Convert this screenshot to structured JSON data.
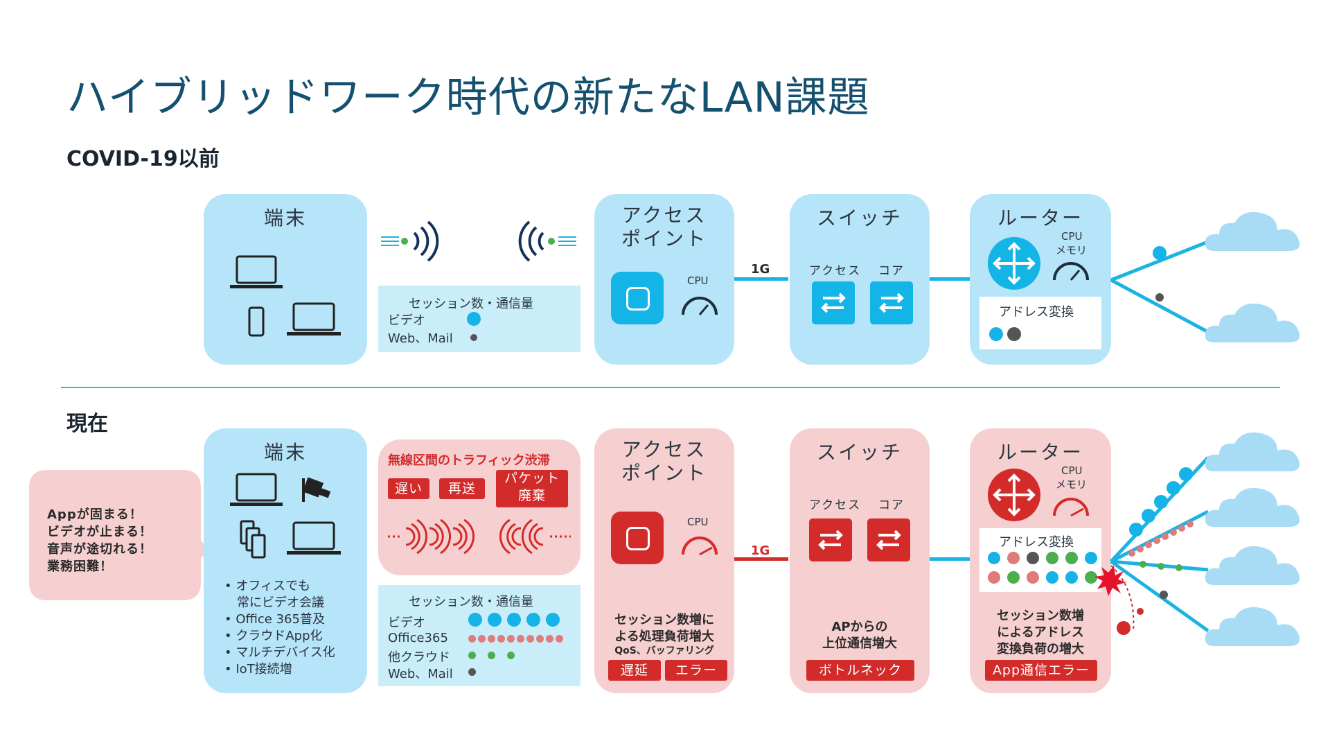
{
  "title": "ハイブリッドワーク時代の新たなLAN課題",
  "before": {
    "heading": "COVID-19以前",
    "terminal": {
      "title": "端末"
    },
    "session": {
      "title": "セッション数・通信量",
      "video": "ビデオ",
      "web": "Web、Mail"
    },
    "ap": {
      "title_line1": "アクセス",
      "title_line2": "ポイント",
      "cpu": "CPU"
    },
    "link": "1G",
    "switch": {
      "title": "スイッチ",
      "access": "アクセス",
      "core": "コア"
    },
    "router": {
      "title": "ルーター",
      "cpu": "CPU",
      "memory": "メモリ",
      "nat": "アドレス変換"
    }
  },
  "now": {
    "heading": "現在",
    "bubble": {
      "line1": "Appが固まる！",
      "line2": "ビデオが止まる！",
      "line3": "音声が途切れる！",
      "line4": "業務困難！"
    },
    "terminal": {
      "title": "端末",
      "bullets": [
        "オフィスでも",
        "常にビデオ会議",
        "Office 365普及",
        "クラウドApp化",
        "マルチデバイス化",
        "IoT接続増"
      ]
    },
    "wireless": {
      "title": "無線区間のトラフィック渋滞",
      "slow": "遅い",
      "resend": "再送",
      "drop_line1": "パケット",
      "drop_line2": "廃棄"
    },
    "session": {
      "title": "セッション数・通信量",
      "video": "ビデオ",
      "office": "Office365",
      "cloud": "他クラウド",
      "web": "Web、Mail"
    },
    "ap": {
      "title_line1": "アクセス",
      "title_line2": "ポイント",
      "cpu": "CPU",
      "desc_line1": "セッション数増に",
      "desc_line2": "よる処理負荷増大",
      "desc_line3": "QoS、バッファリング",
      "delay": "遅延",
      "error": "エラー"
    },
    "link": "1G",
    "switch": {
      "title": "スイッチ",
      "access": "アクセス",
      "core": "コア",
      "desc_line1": "APからの",
      "desc_line2": "上位通信増大",
      "bottleneck": "ボトルネック"
    },
    "router": {
      "title": "ルーター",
      "cpu": "CPU",
      "memory": "メモリ",
      "nat": "アドレス変換",
      "desc_line1": "セッション数増",
      "desc_line2": "によるアドレス",
      "desc_line3": "変換負荷の増大",
      "apperror": "App通信エラー"
    }
  },
  "colors": {
    "title": "#14506f",
    "blue_box": "#b6e4f8",
    "pink_box": "#f6cfd0",
    "accent_blue": "#1ab4e3",
    "accent_red": "#d32a2a",
    "cloud": "#a8dcf5"
  }
}
